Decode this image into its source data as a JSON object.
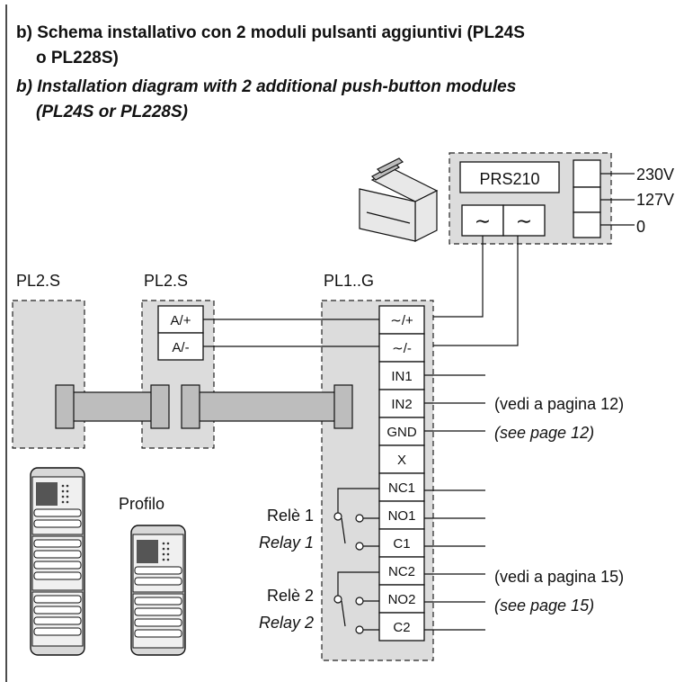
{
  "header": {
    "title_it_line1": "b) Schema installativo con 2 moduli pulsanti aggiuntivi (PL24S",
    "title_it_line2": "o  PL228S)",
    "title_en_line1": "b) Installation diagram with 2 additional push-button modules",
    "title_en_line2": "(PL24S  or  PL228S)"
  },
  "power_supply": {
    "name": "PRS210",
    "outputs": [
      "230V",
      "127V",
      "0"
    ],
    "ac_symbol": "∼"
  },
  "modules": {
    "left_label": "PL2.S",
    "middle_label": "PL2.S",
    "main_label": "PL1..G"
  },
  "middle_terminals": [
    "A/+",
    "A/-"
  ],
  "main_terminals": [
    "∼/+",
    "∼/-",
    "IN1",
    "IN2",
    "GND",
    "X",
    "NC1",
    "NO1",
    "C1",
    "NC2",
    "NO2",
    "C2"
  ],
  "notes": {
    "inputs_it": "(vedi a pagina 12)",
    "inputs_en": "(see page 12)",
    "relays_it": "(vedi a pagina 15)",
    "relays_en": "(see page 15)"
  },
  "relays": {
    "r1_it": "Relè 1",
    "r1_en": "Relay 1",
    "r2_it": "Relè 2",
    "r2_en": "Relay 2"
  },
  "profile_label": "Profilo"
}
